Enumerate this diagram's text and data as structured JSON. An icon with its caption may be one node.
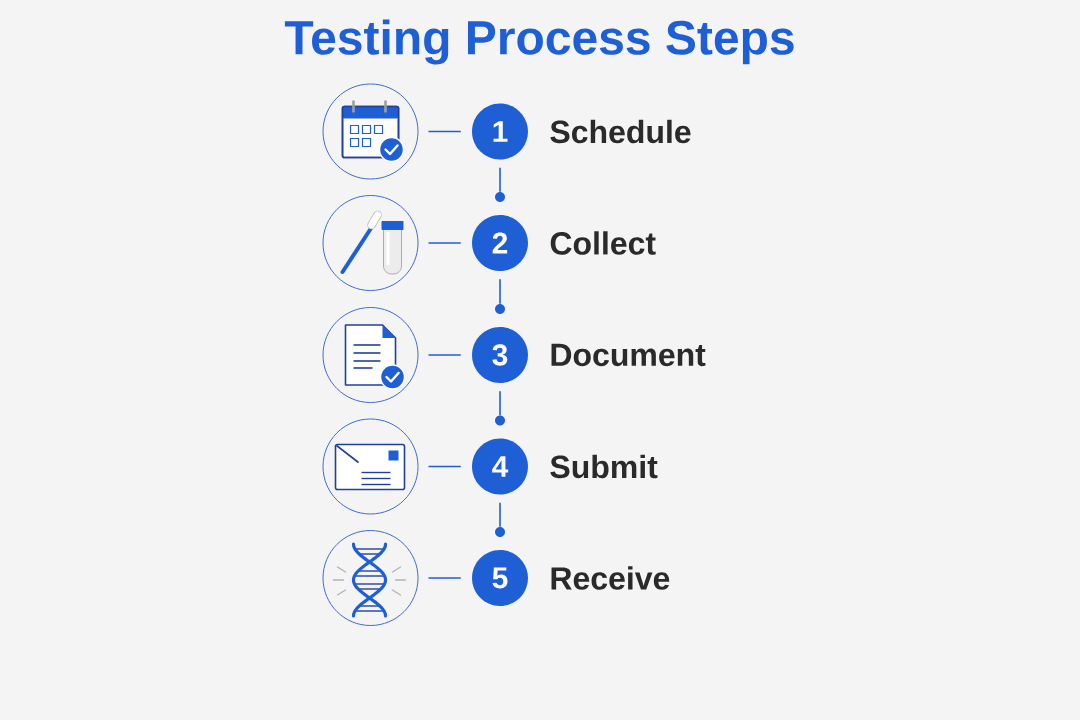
{
  "diagram": {
    "title": "Testing Process Steps",
    "nodes": [
      {
        "text": [],
        "shape": "circle"
      },
      {
        "text": [
          "1"
        ],
        "beside": [
          "Schedule"
        ]
      },
      {
        "text": [],
        "shape": "circle"
      },
      {
        "text": [],
        "shape": "circle"
      },
      {
        "text": [
          "2"
        ],
        "beside": [
          "Collect"
        ]
      },
      {
        "text": [],
        "shape": "circle"
      },
      {
        "text": [],
        "shape": "circle"
      },
      {
        "text": [
          "3"
        ],
        "beside": [
          "Document"
        ]
      },
      {
        "text": [],
        "shape": "circle"
      },
      {
        "text": [],
        "shape": "circle"
      },
      {
        "text": [
          "4"
        ],
        "beside": [
          "Submit"
        ]
      },
      {
        "text": [],
        "shape": "circle"
      },
      {
        "text": [],
        "shape": "circle"
      },
      {
        "text": [
          "5"
        ],
        "beside": [
          "Receive"
        ]
      }
    ],
    "edges": [
      {
        "from": 0,
        "to": 1,
        "arrow": "none"
      },
      {
        "from": 1,
        "to": 2,
        "arrow": "none"
      },
      {
        "from": 3,
        "to": 4,
        "arrow": "none"
      },
      {
        "from": 4,
        "to": 5,
        "arrow": "none"
      },
      {
        "from": 6,
        "to": 7,
        "arrow": "none"
      },
      {
        "from": 7,
        "to": 8,
        "arrow": "none"
      },
      {
        "from": 9,
        "to": 10,
        "arrow": "none"
      },
      {
        "from": 10,
        "to": 11,
        "arrow": "none"
      },
      {
        "from": 12,
        "to": 13,
        "arrow": "none"
      }
    ]
  }
}
